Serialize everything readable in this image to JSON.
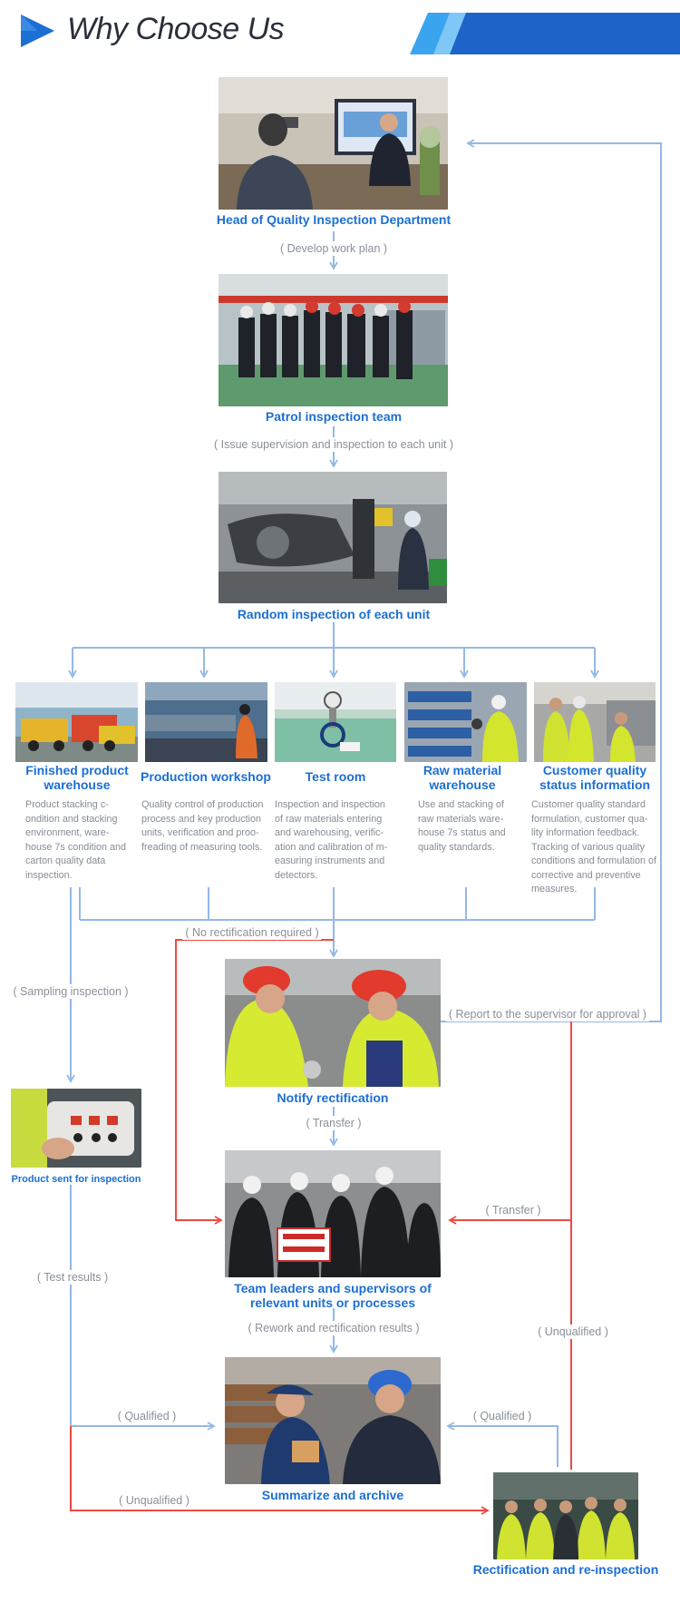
{
  "header": {
    "title": "Why Choose Us"
  },
  "colors": {
    "blue_line": "#93b9e6",
    "red_line": "#ee4a42",
    "caption_blue": "#1c6fd3"
  },
  "steps": {
    "head": "Head of Quality Inspection Department",
    "patrol": "Patrol inspection team",
    "random": "Random inspection of each unit",
    "notify": "Notify rectification",
    "sent": "Product sent for inspection",
    "leaders": "Team leaders and supervisors of relevant units or processes",
    "archive": "Summarize and archive",
    "recheck": "Rectification and re-inspection"
  },
  "units": [
    {
      "title": "Finished product warehouse",
      "desc": "Product stacking c-ondition and stacking environment, ware-house 7s condition and carton quality data inspection."
    },
    {
      "title": "Production workshop",
      "desc": "Quality control of production process and key production units, verification and proo-freading of measuring tools."
    },
    {
      "title": "Test room",
      "desc": "Inspection and inspection of raw materials entering and warehousing, verific-ation and calibration of m-easuring instruments and detectors."
    },
    {
      "title": "Raw material warehouse",
      "desc": "Use and stacking of raw materials ware-house 7s status and quality standards."
    },
    {
      "title": "Customer quality status information",
      "desc": "Customer quality standard formulation, customer qua-lity information feedback. Tracking of various quality conditions and formulation of corrective and preventive measures."
    }
  ],
  "notes": {
    "develop": "( Develop work plan )",
    "issue": "( Issue supervision and inspection to each unit )",
    "no_rect": "( No rectification required )",
    "sampling": "( Sampling inspection )",
    "report": "( Report to the supervisor for approval )",
    "transfer1": "( Transfer )",
    "transfer2": "( Transfer )",
    "test_results": "( Test results )",
    "rework": "( Rework and rectification results )",
    "unqualified_right": "( Unqualified )",
    "qualified_left": "( Qualified )",
    "qualified_right": "( Qualified )",
    "unqualified_left": "( Unqualified )"
  }
}
